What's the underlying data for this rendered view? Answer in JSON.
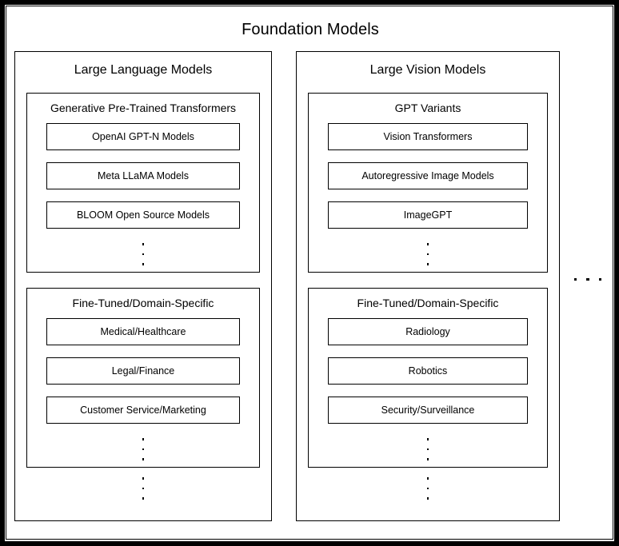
{
  "diagram": {
    "title": "Foundation Models",
    "type": "hierarchy-taxonomy",
    "ellipsis_glyph": "·",
    "colors": {
      "background": "#ffffff",
      "outer_border": "#000000",
      "box_border": "#000000",
      "text": "#000000"
    },
    "more_columns_indicator": "· · ·",
    "columns": [
      {
        "id": "large-language-models",
        "title": "Large Language Models",
        "groups": [
          {
            "id": "generative-pre-trained-transformers",
            "title": "Generative Pre-Trained Transformers",
            "items": [
              "OpenAI GPT-N Models",
              "Meta LLaMA Models",
              "BLOOM Open Source Models"
            ],
            "has_more_indicator": true
          },
          {
            "id": "fine-tuned-domain-specific-llm",
            "title": "Fine-Tuned/Domain-Specific",
            "items": [
              "Medical/Healthcare",
              "Legal/Finance",
              "Customer Service/Marketing"
            ],
            "has_more_indicator": true
          }
        ],
        "has_more_groups_indicator": true
      },
      {
        "id": "large-vision-models",
        "title": "Large Vision Models",
        "groups": [
          {
            "id": "gpt-variants",
            "title": "GPT Variants",
            "items": [
              "Vision Transformers",
              "Autoregressive Image Models",
              "ImageGPT"
            ],
            "has_more_indicator": true
          },
          {
            "id": "fine-tuned-domain-specific-lvm",
            "title": "Fine-Tuned/Domain-Specific",
            "items": [
              "Radiology",
              "Robotics",
              "Security/Surveillance"
            ],
            "has_more_indicator": true
          }
        ],
        "has_more_groups_indicator": true
      }
    ]
  }
}
